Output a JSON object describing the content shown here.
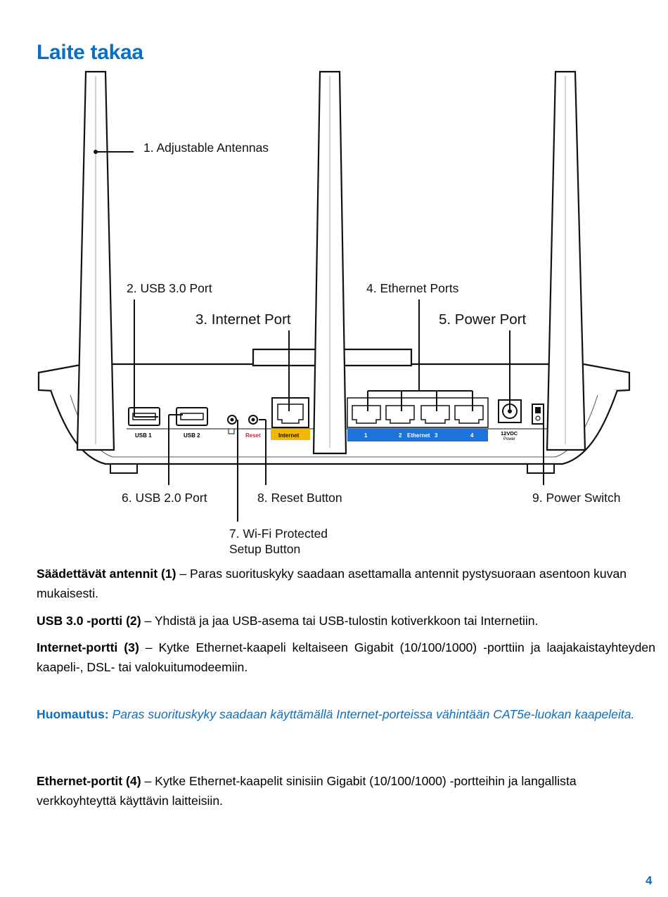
{
  "page": {
    "title": "Laite takaa",
    "number": "4"
  },
  "callouts": {
    "antennas": "1. Adjustable Antennas",
    "usb3": "2. USB 3.0 Port",
    "internet": "3. Internet Port",
    "ethernet": "4. Ethernet Ports",
    "power_port": "5. Power Port",
    "usb2": "6. USB 2.0 Port",
    "wps_line1": "7. Wi-Fi Protected",
    "wps_line2": "Setup Button",
    "reset": "8. Reset Button",
    "power_switch": "9. Power Switch"
  },
  "router_labels": {
    "usb1": "USB 1",
    "usb2": "USB 2",
    "reset": "Reset",
    "internet": "Internet",
    "eth1": "1",
    "eth2": "2",
    "ethernet": "Ethernet",
    "eth3": "3",
    "eth4": "4",
    "power_v": "12VDC",
    "power_w": "Power"
  },
  "colors": {
    "accent_blue": "#0a6fc2",
    "internet_yellow": "#f2b705",
    "ethernet_blue": "#1e73d8",
    "reset_red": "#d6262b"
  },
  "paragraphs": {
    "p1_bold": "Säädettävät antennit (1)",
    "p1_text": " – Paras suorituskyky saadaan asettamalla antennit pystysuoraan asentoon kuvan mukaisesti.",
    "p2_bold": "USB 3.0 -portti (2)",
    "p2_text": " – Yhdistä ja jaa USB-asema tai USB-tulostin kotiverkkoon tai Internetiin.",
    "p3_bold": "Internet-portti (3)",
    "p3_text": " – Kytke Ethernet-kaapeli keltaiseen Gigabit (10/100/1000) -porttiin ja laajakaistayhteyden kaapeli-, DSL- tai valokuitumodeemiin.",
    "note_bold": "Huomautus:",
    "note_text": " Paras suorituskyky saadaan käyttämällä Internet-porteissa vähintään CAT5e-luokan kaapeleita.",
    "p4_bold": "Ethernet-portit (4)",
    "p4_text": " – Kytke Ethernet-kaapelit sinisiin Gigabit (10/100/1000) -portteihin ja langallista verkkoyhteyttä käyttävin laitteisiin."
  }
}
